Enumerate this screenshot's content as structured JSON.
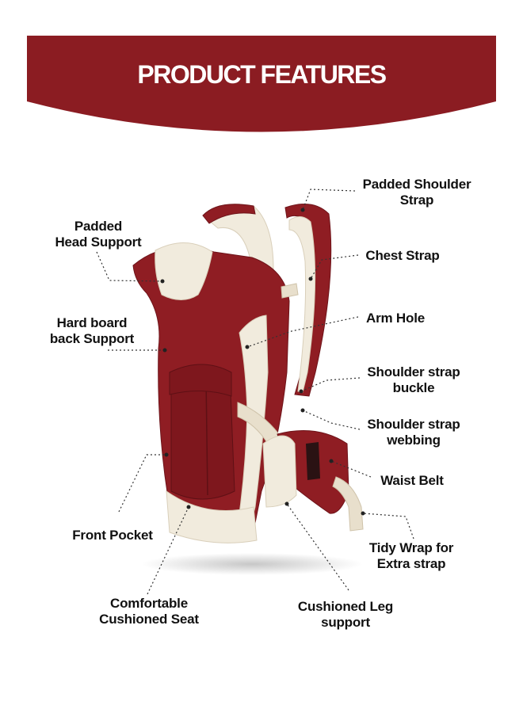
{
  "header": {
    "title": "PRODUCT FEATURES",
    "color": "#8b1c22"
  },
  "product": {
    "body_color": "#8f1d23",
    "padding_color": "#f1ebdd"
  },
  "labels": {
    "padded_head_support": [
      "Padded",
      "Head Support"
    ],
    "hard_board_back_support": [
      "Hard board",
      "back Support"
    ],
    "front_pocket": [
      "Front Pocket"
    ],
    "comfortable_cushioned_seat": [
      "Comfortable",
      "Cushioned Seat"
    ],
    "padded_shoulder_strap": [
      "Padded Shoulder",
      "Strap"
    ],
    "chest_strap": [
      "Chest Strap"
    ],
    "arm_hole": [
      "Arm Hole"
    ],
    "shoulder_strap_buckle": [
      "Shoulder strap",
      "buckle"
    ],
    "shoulder_strap_webbing": [
      "Shoulder strap",
      "webbing"
    ],
    "waist_belt": [
      "Waist Belt"
    ],
    "tidy_wrap": [
      "Tidy Wrap for",
      "Extra strap"
    ],
    "cushioned_leg_support": [
      "Cushioned Leg",
      "support"
    ]
  }
}
